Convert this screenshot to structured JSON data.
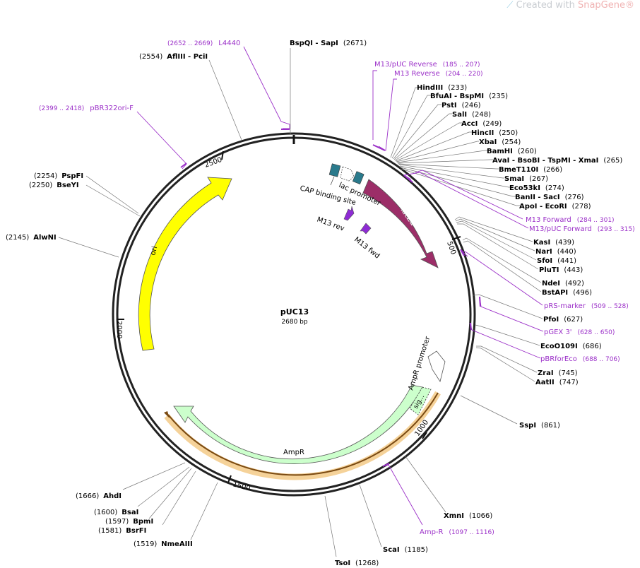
{
  "watermark": {
    "prefix": "Created with",
    "brand": "SnapGene",
    "mark": "®"
  },
  "plasmid": {
    "name": "pUC13",
    "size": "2680 bp"
  },
  "colors": {
    "enzyme": "#000000",
    "primer": "#9b30c8",
    "ori": "#ffff00",
    "lacZ": "#9c2e68",
    "ampR": "#ccffcc",
    "orf": "#e8a33d",
    "teal": "#2a7a8c"
  },
  "ticks": [
    "500",
    "1000",
    "1500",
    "2000",
    "2500"
  ],
  "features": {
    "ori": "ori",
    "lacZ": "lacZα",
    "ampR": "AmpR",
    "sig": "sig...",
    "ampR_promoter": "AmpR promoter",
    "lac_promoter": "lac promoter",
    "cap_site": "CAP binding site",
    "m13_rev": "M13 rev",
    "m13_fwd": "M13 fwd"
  },
  "sites": [
    {
      "name": "BspQI  - SapI",
      "pos": "(2671)"
    },
    {
      "name": "AflIII  - PciI",
      "pos": "(2554)"
    },
    {
      "name": "PspFI",
      "pos": "(2254)"
    },
    {
      "name": "BseYI",
      "pos": "(2250)"
    },
    {
      "name": "AlwNI",
      "pos": "(2145)"
    },
    {
      "name": "HindIII",
      "pos": "(233)"
    },
    {
      "name": "BfuAI  - BspMI",
      "pos": "(235)"
    },
    {
      "name": "PstI",
      "pos": "(246)"
    },
    {
      "name": "SalI",
      "pos": "(248)"
    },
    {
      "name": "AccI",
      "pos": "(249)"
    },
    {
      "name": "HincII",
      "pos": "(250)"
    },
    {
      "name": "XbaI",
      "pos": "(254)"
    },
    {
      "name": "BamHI",
      "pos": "(260)"
    },
    {
      "name": "AvaI  - BsoBI  - TspMI  - XmaI",
      "pos": "(265)"
    },
    {
      "name": "BmeT110I",
      "pos": "(266)"
    },
    {
      "name": "SmaI",
      "pos": "(267)"
    },
    {
      "name": "Eco53kI",
      "pos": "(274)"
    },
    {
      "name": "BanII  - SacI",
      "pos": "(276)"
    },
    {
      "name": "ApoI  - EcoRI",
      "pos": "(278)"
    },
    {
      "name": "KasI",
      "pos": "(439)"
    },
    {
      "name": "NarI",
      "pos": "(440)"
    },
    {
      "name": "SfoI",
      "pos": "(441)"
    },
    {
      "name": "PluTI",
      "pos": "(443)"
    },
    {
      "name": "NdeI",
      "pos": "(492)"
    },
    {
      "name": "BstAPI",
      "pos": "(496)"
    },
    {
      "name": "PfoI",
      "pos": "(627)"
    },
    {
      "name": "EcoO109I",
      "pos": "(686)"
    },
    {
      "name": "ZraI",
      "pos": "(745)"
    },
    {
      "name": "AatII",
      "pos": "(747)"
    },
    {
      "name": "SspI",
      "pos": "(861)"
    },
    {
      "name": "XmnI",
      "pos": "(1066)"
    },
    {
      "name": "ScaI",
      "pos": "(1185)"
    },
    {
      "name": "TsoI",
      "pos": "(1268)"
    },
    {
      "name": "NmeAIII",
      "pos": "(1519)"
    },
    {
      "name": "BsrFI",
      "pos": "(1581)"
    },
    {
      "name": "BpmI",
      "pos": "(1597)"
    },
    {
      "name": "BsaI",
      "pos": "(1600)"
    },
    {
      "name": "AhdI",
      "pos": "(1666)"
    }
  ],
  "primers": [
    {
      "name": "L4440",
      "range": "(2652 .. 2669)"
    },
    {
      "name": "pBR322ori-F",
      "range": "(2399 .. 2418)"
    },
    {
      "name": "M13/pUC Reverse",
      "range": "(185 .. 207)"
    },
    {
      "name": "M13 Reverse",
      "range": "(204 .. 220)"
    },
    {
      "name": "M13 Forward",
      "range": "(284 .. 301)"
    },
    {
      "name": "M13/pUC Forward",
      "range": "(293 .. 315)"
    },
    {
      "name": "pRS-marker",
      "range": "(509 .. 528)"
    },
    {
      "name": "pGEX 3'",
      "range": "(628 .. 650)"
    },
    {
      "name": "pBRforEco",
      "range": "(688 .. 706)"
    },
    {
      "name": "Amp-R",
      "range": "(1097 .. 1116)"
    }
  ]
}
